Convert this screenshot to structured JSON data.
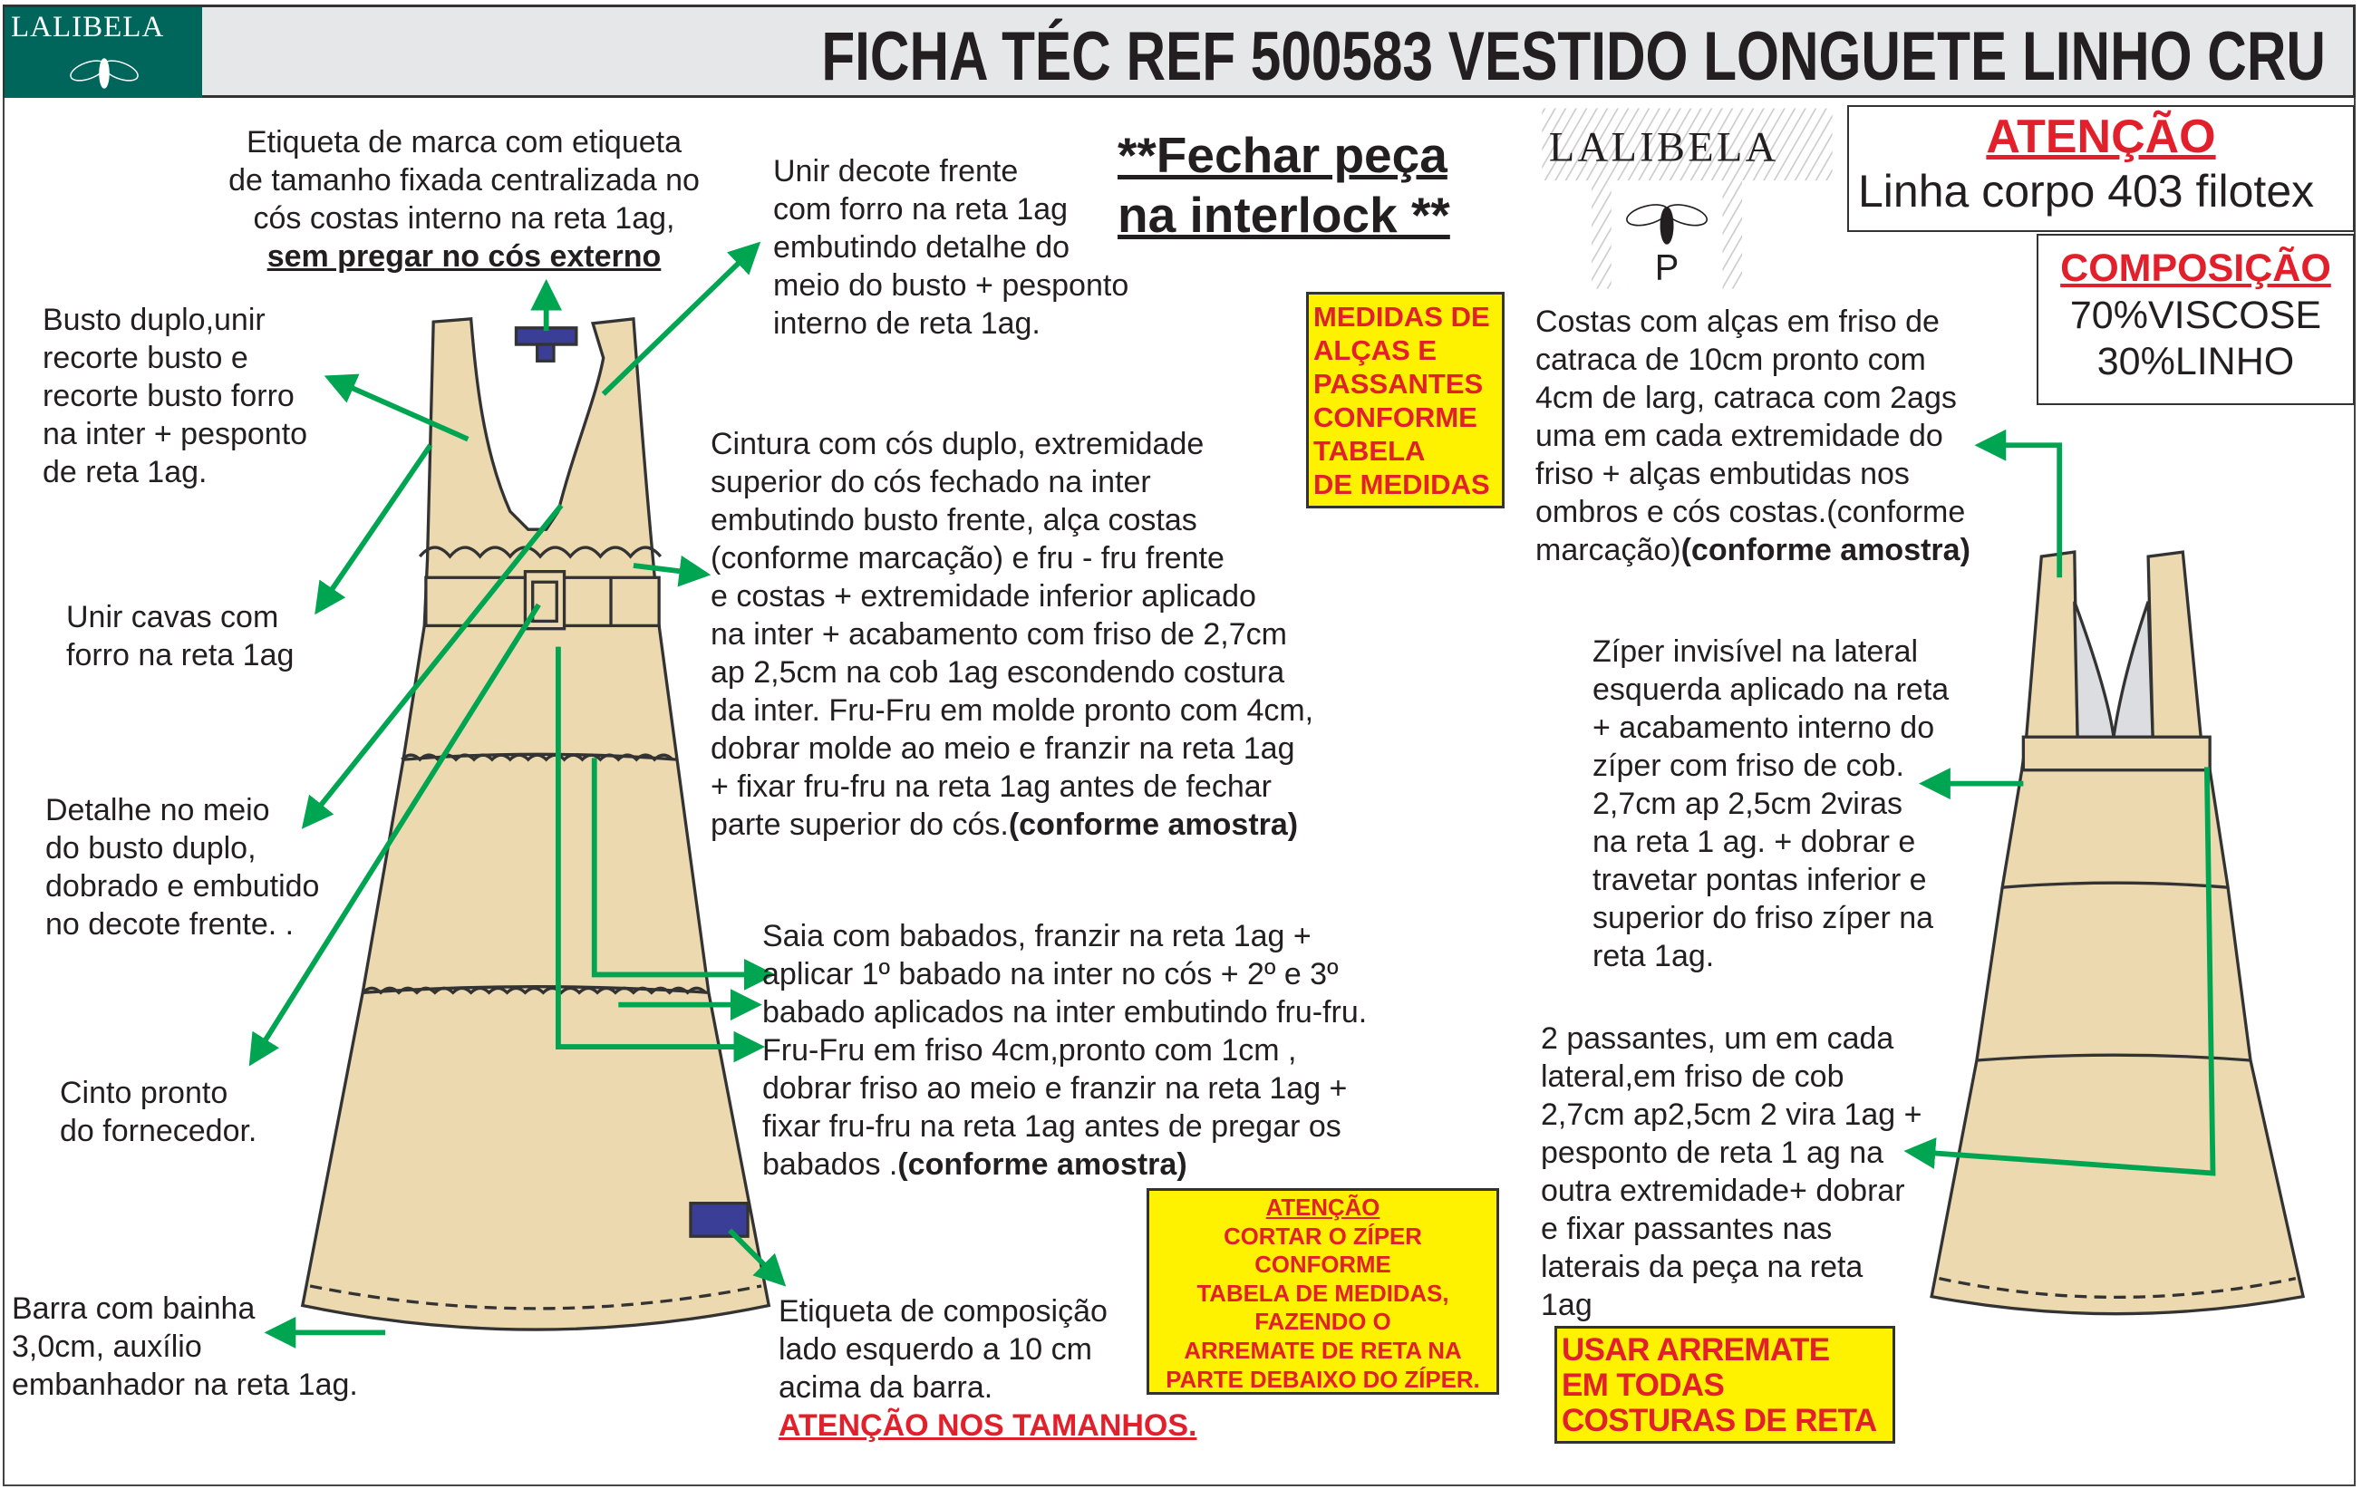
{
  "header": {
    "logo_text": "LALIBELA",
    "title": "FICHA TÉC REF 500583 VESTIDO LONGUETE LINHO CRU"
  },
  "notes": {
    "etiqueta_marca": [
      "Etiqueta de marca com etiqueta",
      "de tamanho fixada centralizada no",
      "cós costas interno na reta 1ag,"
    ],
    "etiqueta_marca_bold": "sem pregar no cós externo",
    "unir_decote": [
      "Unir decote frente",
      "com forro na reta 1ag",
      "embutindo detalhe do",
      "meio do busto + pesponto",
      "interno de reta 1ag."
    ],
    "fechar_peca": [
      "**Fechar peça",
      "na interlock **"
    ],
    "busto_duplo": [
      "Busto duplo,unir",
      "recorte busto e",
      "recorte busto forro",
      "na inter + pesponto",
      "de reta 1ag."
    ],
    "unir_cavas": [
      "Unir cavas com",
      "forro na reta 1ag"
    ],
    "detalhe_meio": [
      "Detalhe no meio",
      "do busto duplo,",
      "dobrado e embutido",
      "no decote frente. ."
    ],
    "cinto": [
      "Cinto pronto",
      "do fornecedor."
    ],
    "barra": [
      "Barra com bainha",
      "3,0cm, auxílio",
      "embanhador na reta 1ag."
    ],
    "cintura": [
      "Cintura com cós duplo, extremidade",
      "superior do cós fechado na inter",
      "embutindo busto frente, alça costas",
      "(conforme marcação) e fru - fru frente",
      "e costas + extremidade inferior aplicado",
      "na inter + acabamento com friso de 2,7cm",
      "ap 2,5cm na cob 1ag escondendo costura",
      "da inter. Fru-Fru em molde pronto com 4cm,",
      "dobrar molde ao meio e franzir na reta 1ag",
      "+ fixar fru-fru na reta 1ag antes de fechar"
    ],
    "cintura_last": "parte superior do cós.",
    "conforme_amostra": "(conforme amostra)",
    "saia": [
      "Saia com babados, franzir na reta 1ag +",
      "aplicar 1º babado na inter no cós + 2º e 3º",
      "babado aplicados na inter embutindo fru-fru.",
      "Fru-Fru em friso 4cm,pronto com 1cm ,",
      "dobrar friso ao meio e franzir na reta 1ag +",
      "fixar fru-fru na reta 1ag antes de pregar os"
    ],
    "saia_last": "babados .",
    "etiqueta_comp": [
      "Etiqueta de composição",
      "lado esquerdo a 10 cm",
      "acima da barra."
    ],
    "atencao_tamanhos": "ATENÇÃO NOS TAMANHOS.",
    "costas": [
      "Costas com alças em friso de",
      "catraca de 10cm pronto com",
      "4cm de larg, catraca com 2ags",
      "uma em cada extremidade do",
      "friso + alças embutidas nos",
      "ombros e cós costas.(conforme"
    ],
    "costas_last": "marcação)",
    "ziper": [
      "Zíper invisível na lateral",
      "esquerda aplicado na reta",
      "+ acabamento interno do",
      "zíper com friso de cob.",
      "2,7cm ap 2,5cm 2viras",
      "na reta 1 ag. + dobrar e",
      "travetar pontas inferior e",
      "superior do friso zíper na",
      "reta 1ag."
    ],
    "passantes": [
      "2 passantes, um em cada",
      "lateral,em friso de cob",
      "2,7cm ap2,5cm 2 vira 1ag +",
      "pesponto de reta 1 ag na",
      "outra extremidade+ dobrar",
      "e fixar passantes nas",
      "laterais da peça na  reta",
      "1ag"
    ]
  },
  "boxes": {
    "medidas": [
      "MEDIDAS DE",
      "ALÇAS E",
      "PASSANTES",
      "CONFORME",
      "TABELA",
      "DE MEDIDAS"
    ],
    "ziper_title": "ATENÇÃO",
    "ziper": [
      "CORTAR O ZÍPER",
      "CONFORME",
      "TABELA DE MEDIDAS,",
      "FAZENDO O",
      "ARREMATE DE RETA NA",
      "PARTE DEBAIXO DO ZÍPER."
    ],
    "usar_arremate": [
      "USAR ARREMATE",
      "EM TODAS",
      "COSTURAS DE RETA"
    ],
    "atencao_title": "ATENÇÃO",
    "atencao_text": "Linha corpo 403 filotex",
    "composicao_title": "COMPOSIÇÃO",
    "composicao": [
      "70%VISCOSE",
      "30%LINHO"
    ]
  },
  "label_art": {
    "brand": "LALIBELA",
    "size": "P"
  },
  "colors": {
    "fabric": "#ecd9b0",
    "arrow": "#00a551",
    "label": "#3b3e96",
    "alert": "#e2202c",
    "highlight": "#fff200",
    "brand": "#00665c"
  },
  "icons": [
    "bee-logo-icon",
    "arrow-icon"
  ]
}
